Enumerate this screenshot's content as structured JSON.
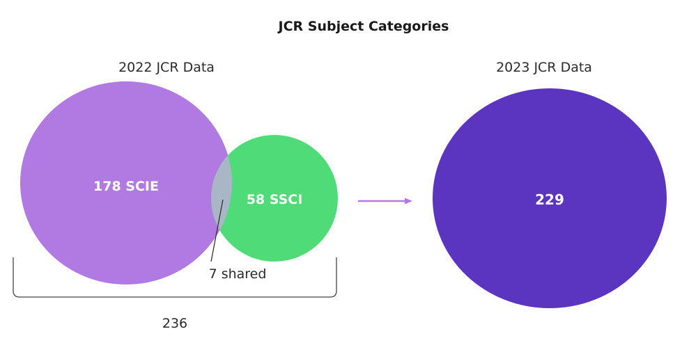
{
  "title": "JCR Subject Categories",
  "panels": {
    "left": {
      "heading": "2022 JCR Data",
      "scie": {
        "label": "178 SCIE",
        "color": "#b07ae2"
      },
      "ssci": {
        "label": "58 SSCI",
        "color": "#4fdb78"
      },
      "overlap": {
        "label": "7 shared",
        "color": "#a8b6c6"
      },
      "total": {
        "label": "236"
      }
    },
    "right": {
      "heading": "2023 JCR Data",
      "circle": {
        "label": "229",
        "color": "#5b35bf"
      }
    }
  },
  "arrow": {
    "color": "#b07ae2"
  }
}
